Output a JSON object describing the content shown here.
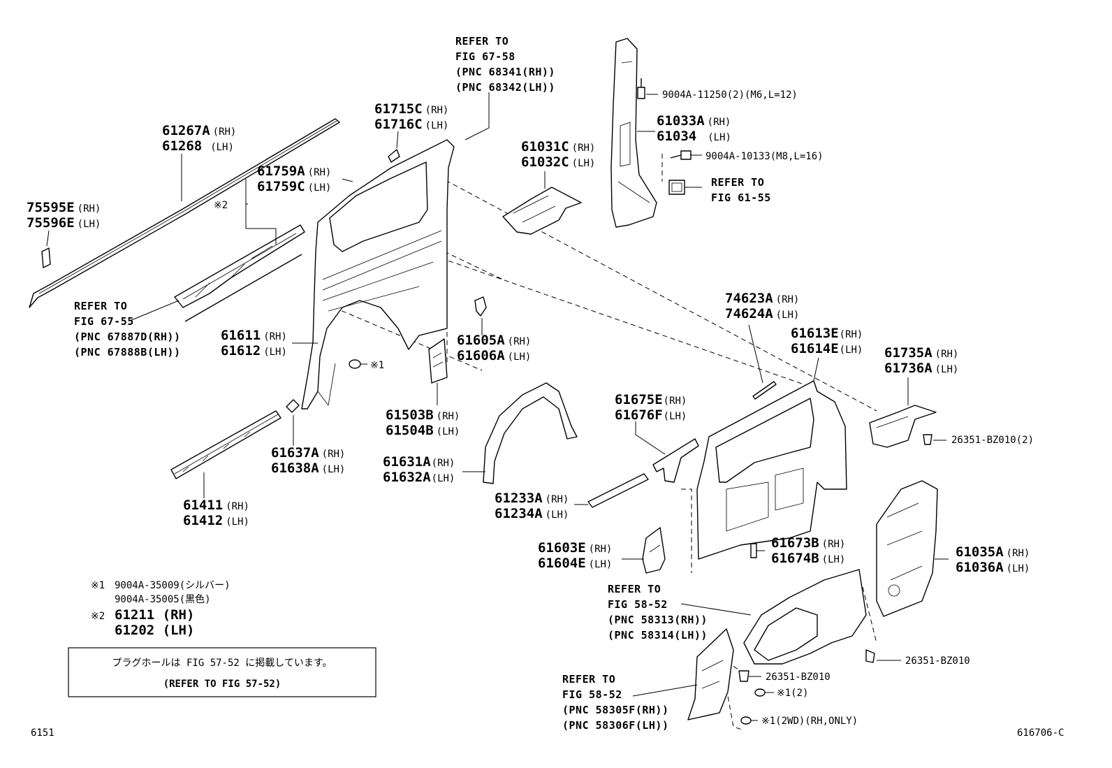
{
  "parts": {
    "roof_drip": {
      "a": "61267A",
      "a_sfx": "(RH)",
      "b": "61268",
      "b_sfx": "(LH)"
    },
    "drip_end": {
      "a": "75595E",
      "a_sfx": "(RH)",
      "b": "75596E",
      "b_sfx": "(LH)"
    },
    "rail_reinf": {
      "a": "61759A",
      "a_sfx": "(RH)",
      "b": "61759C",
      "b_sfx": "(LH)",
      "note": "※2"
    },
    "gusset_small": {
      "a": "61715C",
      "a_sfx": "(RH)",
      "b": "61716C",
      "b_sfx": "(LH)"
    },
    "quarter_panel": {
      "a": "61611",
      "a_sfx": "(RH)",
      "b": "61612",
      "b_sfx": "(LH)"
    },
    "rocker": {
      "a": "61411",
      "a_sfx": "(RH)",
      "b": "61412",
      "b_sfx": "(LH)"
    },
    "rocker_ext": {
      "a": "61637A",
      "a_sfx": "(RH)",
      "b": "61638A",
      "b_sfx": "(LH)"
    },
    "quarter_bracket": {
      "a": "61605A",
      "a_sfx": "(RH)",
      "b": "61606A",
      "b_sfx": "(LH)"
    },
    "quarter_patch": {
      "a": "61503B",
      "a_sfx": "(RH)",
      "b": "61504B",
      "b_sfx": "(LH)"
    },
    "wheelhouse_outer": {
      "a": "61631A",
      "a_sfx": "(RH)",
      "b": "61632A",
      "b_sfx": "(LH)"
    },
    "lower_reinf": {
      "a": "61233A",
      "a_sfx": "(RH)",
      "b": "61234A",
      "b_sfx": "(LH)"
    },
    "roof_side_inner": {
      "a": "61031C",
      "a_sfx": "(RH)",
      "b": "61032C",
      "b_sfx": "(LH)"
    },
    "back_pillar": {
      "a": "61033A",
      "a_sfx": "(RH)",
      "b": "61034",
      "b_sfx": "(LH)"
    },
    "window_frame": {
      "a": "74623A",
      "a_sfx": "(RH)",
      "b": "74624A",
      "b_sfx": "(LH)"
    },
    "inner_panel": {
      "a": "61613E",
      "a_sfx": "(RH)",
      "b": "61614E",
      "b_sfx": "(LH)"
    },
    "inner_gusset": {
      "a": "61735A",
      "a_sfx": "(RH)",
      "b": "61736A",
      "b_sfx": "(LH)"
    },
    "belt_reinf": {
      "a": "61675E",
      "a_sfx": "(RH)",
      "b": "61676F",
      "b_sfx": "(LH)"
    },
    "lower_bracket": {
      "a": "61603E",
      "a_sfx": "(RH)",
      "b": "61604E",
      "b_sfx": "(LH)"
    },
    "pillar_bracket": {
      "a": "61673B",
      "a_sfx": "(RH)",
      "b": "61674B",
      "b_sfx": "(LH)"
    },
    "rear_inner": {
      "a": "61035A",
      "a_sfx": "(RH)",
      "b": "61036A",
      "b_sfx": "(LH)"
    }
  },
  "fasteners": {
    "bolt_m6": "9004A-11250(2)(M6,L=12)",
    "bolt_m8": "9004A-10133(M8,L=16)",
    "clip_2": "26351-BZ010(2)",
    "clip_a": "26351-BZ010",
    "clip_b": "26351-BZ010",
    "plug_x1_left": "※1",
    "plug_x1_2": "※1(2)",
    "plug_x1_2wd": "※1(2WD)(RH,ONLY)"
  },
  "refer_notes": {
    "fig_67_58": [
      "REFER TO",
      "FIG 67-58",
      "(PNC 68341(RH))",
      "(PNC 68342(LH))"
    ],
    "fig_67_55": [
      "REFER TO",
      "FIG 67-55",
      "(PNC 67887D(RH))",
      "(PNC 67888B(LH))"
    ],
    "fig_61_55": [
      "REFER TO",
      "FIG 61-55"
    ],
    "fig_58_52_a": [
      "REFER TO",
      "FIG 58-52",
      "(PNC 58313(RH))",
      "(PNC 58314(LH))"
    ],
    "fig_58_52_b": [
      "REFER TO",
      "FIG 58-52",
      "(PNC 58305F(RH))",
      "(PNC 58306F(LH))"
    ]
  },
  "legend": {
    "x1_mark": "※1",
    "x1_line1": "9004A-35009(シルバー)",
    "x1_line2": "9004A-35005(黒色)",
    "x2_mark": "※2",
    "x2_line1": "61211 (RH)",
    "x2_line2": "61202 (LH)"
  },
  "note_box": {
    "line1": "プラグホールは FIG 57-52 に掲載しています。",
    "line2": "(REFER TO FIG 57-52)"
  },
  "footer": {
    "left": "6151",
    "right": "616706-C"
  }
}
